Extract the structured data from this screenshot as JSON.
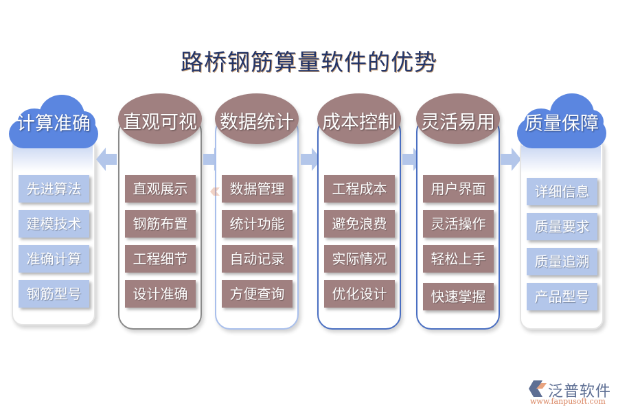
{
  "title": "路桥钢筋算量软件的优势",
  "columns": [
    {
      "heading": "计算准确",
      "style": "cloud",
      "items": [
        "先进算法",
        "建模技术",
        "准确计算",
        "钢筋型号"
      ]
    },
    {
      "heading": "直观可视",
      "style": "ellipse",
      "border_color": "#8a8a8a",
      "items": [
        "直观展示",
        "钢筋布置",
        "工程细节",
        "设计准确"
      ]
    },
    {
      "heading": "数据统计",
      "style": "ellipse",
      "border_color": "#a9bfec",
      "items": [
        "数据管理",
        "统计功能",
        "自动记录",
        "方便查询"
      ]
    },
    {
      "heading": "成本控制",
      "style": "ellipse",
      "border_color": "#4a6fc2",
      "items": [
        "工程成本",
        "避免浪费",
        "实际情况",
        "优化设计"
      ]
    },
    {
      "heading": "灵活易用",
      "style": "ellipse",
      "border_color": "#4a6fc2",
      "items": [
        "用户界面",
        "灵活操作",
        "轻松上手",
        "快速掌握"
      ]
    },
    {
      "heading": "质量保障",
      "style": "cloud",
      "items": [
        "详细信息",
        "质量要求",
        "质量追溯",
        "产品型号"
      ]
    }
  ],
  "colors": {
    "title": "#243567",
    "cloud": "#5b86e0",
    "ellipse": "#a08080",
    "item_brown": "#a08080",
    "item_blue": "#b3c6ea",
    "arrow": "#b3c6ea"
  },
  "logo": {
    "name": "泛普软件",
    "url": "www.fanpusoft.com"
  }
}
